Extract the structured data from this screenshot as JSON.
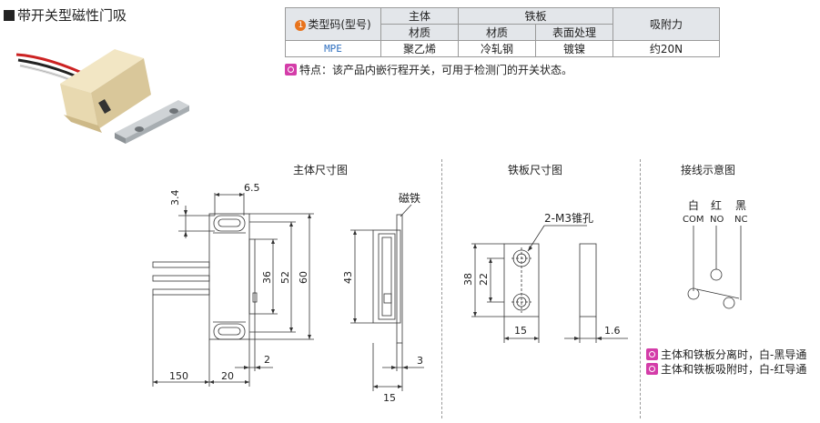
{
  "title": "带开关型磁性门吸",
  "table": {
    "header_type": "类型码(型号)",
    "header_type_num": "1",
    "header_body": "主体",
    "header_plate": "铁板",
    "header_force": "吸附力",
    "sub_material_body": "材质",
    "sub_material_plate": "材质",
    "sub_surface": "表面处理",
    "row": {
      "model": "MPE",
      "body_material": "聚乙烯",
      "plate_material": "冷轧钢",
      "surface": "镀镍",
      "force": "约20N"
    }
  },
  "note": "特点：该产品内嵌行程开关，可用于检测门的开关状态。",
  "diagrams": {
    "body_title": "主体尺寸图",
    "plate_title": "铁板尺寸图",
    "wiring_title": "接线示意图",
    "magnet_label": "磁铁",
    "hole_label": "2-M3锥孔",
    "dims_body": {
      "d3_4": "3.4",
      "d6_5": "6.5",
      "d36": "36",
      "d52": "52",
      "d60": "60",
      "d150": "150",
      "d20": "20",
      "d2": "2"
    },
    "dims_side": {
      "d43": "43",
      "d3": "3",
      "d15": "15"
    },
    "dims_plate": {
      "d38": "38",
      "d22": "22",
      "d15": "15",
      "d1_6": "1.6"
    },
    "wiring": {
      "white": "白",
      "red": "红",
      "black": "黑",
      "com": "COM",
      "no": "NO",
      "nc": "NC"
    }
  },
  "legend": [
    "主体和铁板分离时，白-黑导通",
    "主体和铁板吸附时，白-红导通"
  ],
  "colors": {
    "accent_orange": "#e8731c",
    "accent_magenta": "#d43da9",
    "header_bg": "#e3e6ea",
    "model_blue": "#2e6fbf"
  }
}
